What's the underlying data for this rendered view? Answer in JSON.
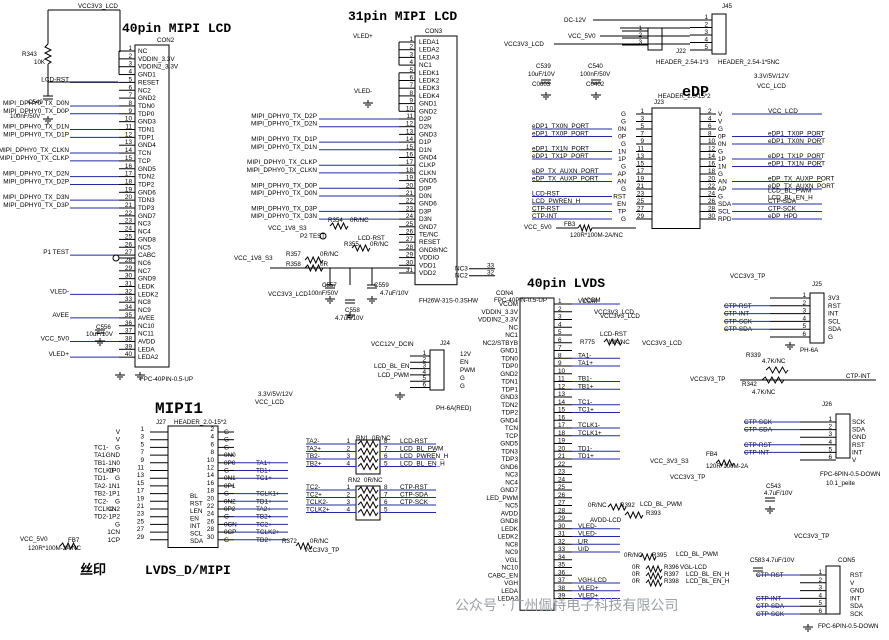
{
  "titles": {
    "t40": "40pin  MIPI  LCD",
    "t31": "31pin  MIPI  LCD",
    "edp": "eDP",
    "lvds": "40pin  LVDS",
    "mipi1": "MIPI1",
    "lvdsd": "LVDS_D/MIPI"
  },
  "silk": "丝印",
  "watermark": "公众号 · 广州佩特电子科技有限公司",
  "con2": {
    "ref": "CON2",
    "part": "FPC-40PIN-0.5-UP",
    "pins": [
      "NC",
      "VDDIN_3.3V",
      "VDDIN2_3.3V",
      "GND1",
      "RESET",
      "NC2",
      "GND2",
      "TDN0",
      "TDP0",
      "GND3",
      "TDN1",
      "TDP1",
      "GND4",
      "TCN",
      "TCP",
      "GND5",
      "TDN2",
      "TDP2",
      "GND6",
      "TDN3",
      "TDP3",
      "GND7",
      "NC3",
      "NC4",
      "GND8",
      "NC5",
      "CABC",
      "NC6",
      "NC7",
      "GND9",
      "LEDK",
      "LEDK2",
      "NC8",
      "NC9",
      "AVEE",
      "NC10",
      "NC11",
      "AVDD",
      "LEDA",
      "LEDA2"
    ],
    "nets": {
      "1": "",
      "3": "",
      "5": "LCD-RST",
      "8": "MIPI_DPHY0_TX_D0N",
      "9": "MIPI_DPHY0_TX_D0P",
      "11": "MIPI_DPHY0_TX_D1N",
      "12": "MIPI_DPHY0_TX_D1P",
      "14": "MIPI_DPHY0_TX_CLKN",
      "15": "MIPI_DPHY0_TX_CLKP",
      "17": "MIPI_DPHY0_TX_D2N",
      "18": "MIPI_DPHY0_TX_D2P",
      "20": "MIPI_DPHY0_TX_D3N",
      "21": "MIPI_DPHY0_TX_D3P",
      "27": "P1 TEST",
      "32": "VLED-",
      "35": "AVEE",
      "38": "VCC_5V0",
      "40": "VLED+"
    }
  },
  "con3": {
    "ref": "CON3",
    "part": "FH26W-31S-0.3SHW",
    "pins": [
      "LEDA1",
      "LEDA2",
      "LEDA3",
      "NC1",
      "LEDK1",
      "LEDK2",
      "LEDK3",
      "LEDK4",
      "GND1",
      "GND2",
      "D2P",
      "D2N",
      "GND3",
      "D1P",
      "D1N",
      "GND4",
      "CLKP",
      "CLKN",
      "GND5",
      "D0P",
      "D0N",
      "GND6",
      "D3P",
      "D3N",
      "GND7",
      "TE/NC",
      "RESET",
      "GND8/NC",
      "VDDIO",
      "VDD1",
      "VDD2"
    ],
    "extra": [
      "NC3",
      "NC2"
    ],
    "extraNums": [
      "33",
      "32"
    ],
    "nets": {
      "11": "MIPI_DPHY0_TX_D2P",
      "12": "MIPI_DPHY0_TX_D2N",
      "14": "MIPI_DPHY0_TX_D1P",
      "15": "MIPI_DPHY0_TX_D1N",
      "17": "MIPI_DPHY0_TX_CLKP",
      "18": "MIPI_DPHY0_TX_CLKN",
      "20": "MIPI_DPHY0_TX_D0P",
      "21": "MIPI_DPHY0_TX_D0N",
      "23": "MIPI_DPHY0_TX_D3P",
      "24": "MIPI_DPHY0_TX_D3N"
    }
  },
  "con4": {
    "ref": "CON4",
    "part": "FPC-40PIN-0.5-UP",
    "pins": [
      "VCOM",
      "VDDIN_3.3V",
      "VDDIN2_3.3V",
      "NC",
      "NC1",
      "NC2/STBYB",
      "GND1",
      "TDN0",
      "TDP0",
      "GND2",
      "TDN1",
      "TDP1",
      "GND3",
      "TDN2",
      "TDP2",
      "GND4",
      "TCN",
      "TCP",
      "GND5",
      "TDN3",
      "TDP3",
      "GND6",
      "NC3",
      "NC4",
      "GND7",
      "LED_PWM",
      "NC5",
      "AVDD",
      "GND8",
      "LEDK",
      "LEDK2",
      "NC8",
      "NC9",
      "VGL",
      "NC10",
      "CABC_EN",
      "VGH",
      "LEDA",
      "LEDA2"
    ],
    "nets": {
      "1": "VCOM",
      "8": "TA1-",
      "9": "TA1+",
      "11": "TB1-",
      "12": "TB1+",
      "14": "TC1-",
      "15": "TC1+",
      "17": "TCLK1-",
      "18": "TCLK1+",
      "20": "TD1-",
      "21": "TD1+",
      "30": "VLED-",
      "31": "VLED-",
      "32": "L/R",
      "33": "U/D",
      "37": "VGH-LCD",
      "38": "VLED+",
      "39": "VLED+"
    }
  },
  "j27": {
    "ref": "J27",
    "part": "HEADER_2.0-15*2",
    "left": [
      "V",
      "V",
      "G",
      "GND",
      "1N0",
      "1P0",
      "G",
      "1N1",
      "1P1",
      "G",
      "1N2",
      "1P2",
      "G",
      "1CN",
      "1CP"
    ],
    "right": [
      "G",
      "G",
      "G",
      "0N0",
      "0P0",
      "G",
      "0N1",
      "0P1",
      "G",
      "0N2",
      "0P2",
      "G",
      "0CN",
      "0CP",
      "G"
    ],
    "leftNets": [
      "",
      "",
      "TC1-",
      "TA1-",
      "TB1-",
      "TCLK1-",
      "TD1-",
      "TA2-",
      "TB2-",
      "TC2-",
      "TCLK2-",
      "TD2-",
      "",
      "",
      ""
    ],
    "rightNets": [
      "",
      "",
      "",
      "",
      "TA1+",
      "TB1+",
      "TC1+",
      "",
      "TCLK1+",
      "TD1+",
      "TA2+",
      "TB2+",
      "TC2+",
      "TCLK2+",
      "TD2+"
    ],
    "mid": [
      "BL",
      "RST",
      "LEN",
      "EN",
      "INT",
      "SCL",
      "SDA"
    ]
  },
  "j23": {
    "ref": "J23",
    "part": "HEADER_2.0-15*2",
    "left": [
      "G",
      "G",
      "0N",
      "0P",
      "G",
      "1N",
      "1P",
      "G",
      "AP",
      "AN",
      "G",
      "RST",
      "EN",
      "TP",
      "G"
    ],
    "right": [
      "V",
      "V",
      "G",
      "0P",
      "0N",
      "G",
      "1P",
      "1N",
      "G",
      "AN",
      "AP",
      "G",
      "SDA",
      "SCL",
      "RPD"
    ],
    "leftNets": [
      "",
      "",
      "eDP1_TX0N_PORT",
      "eDP1_TX0P_PORT",
      "",
      "eDP1_TX1N_PORT",
      "eDP1_TX1P_PORT",
      "",
      "eDP_TX_AUXN_PORT",
      "eDP_TX_AUXP_PORT",
      "",
      "LCD-RST",
      "LCD_PWREN_H",
      "CTP-RST",
      "CTP-INT"
    ],
    "rightNets": [
      "VCC_LCD",
      "",
      "",
      "eDP1_TX0P_PORT",
      "eDP1_TX0N_PORT",
      "",
      "eDP1_TX1P_PORT",
      "eDP1_TX1N_PORT",
      "",
      "eDP_TX_AUXP_PORT",
      "eDP_TX_AUXN_PORT",
      "",
      "CTP-SDA",
      "CTP-SCK",
      "eDP_HPD"
    ],
    "extraRight": [
      "LCD_BL_PWM",
      "LCD_BL_EN_H"
    ]
  },
  "labels": [
    {
      "id": "vcc33a",
      "text": "VCC3V3_LCD"
    },
    {
      "id": "r343",
      "text": "R343"
    },
    {
      "id": "r343v",
      "text": "10K"
    },
    {
      "id": "c549",
      "text": "C549"
    },
    {
      "id": "c549v",
      "text": "100nF/50V"
    },
    {
      "id": "vledp31",
      "text": "VLED+"
    },
    {
      "id": "vledm31",
      "text": "VLED-"
    },
    {
      "id": "vcc1v8a",
      "text": "VCC_1V8_S3"
    },
    {
      "id": "p2test",
      "text": "P2 TEST"
    },
    {
      "id": "r354",
      "text": "R354"
    },
    {
      "id": "r354v",
      "text": "0R/NC"
    },
    {
      "id": "lcdrst31",
      "text": "LCD-RST"
    },
    {
      "id": "r355",
      "text": "R355"
    },
    {
      "id": "r355v",
      "text": "0R/NC"
    },
    {
      "id": "vcc1v8b",
      "text": "VCC_1V8_S3"
    },
    {
      "id": "r357",
      "text": "R357"
    },
    {
      "id": "r357v",
      "text": "0R/NC"
    },
    {
      "id": "r358",
      "text": "R358"
    },
    {
      "id": "r358v",
      "text": "0R"
    },
    {
      "id": "vcc33b",
      "text": "VCC3V3_LCD"
    },
    {
      "id": "c557",
      "text": "C557"
    },
    {
      "id": "c557v",
      "text": "100nF/50V"
    },
    {
      "id": "c558",
      "text": "C558"
    },
    {
      "id": "c558v",
      "text": "4.7uF/10V"
    },
    {
      "id": "c559",
      "text": "C559"
    },
    {
      "id": "c559v",
      "text": "4.7uF/10V"
    },
    {
      "id": "c556",
      "text": "C556"
    },
    {
      "id": "c556v",
      "text": "10uF/10V"
    },
    {
      "id": "dc12",
      "text": "DC-12V"
    },
    {
      "id": "vcc5a",
      "text": "VCC_5V0"
    },
    {
      "id": "vcc33c",
      "text": "VCC3V3_LCD"
    },
    {
      "id": "c539",
      "text": "C539"
    },
    {
      "id": "c539v",
      "text": "10uF/10V"
    },
    {
      "id": "c539p",
      "text": "C0603"
    },
    {
      "id": "c540",
      "text": "C540"
    },
    {
      "id": "c540v",
      "text": "100nF/50V"
    },
    {
      "id": "c540p",
      "text": "C0402"
    },
    {
      "id": "j22",
      "text": "J22"
    },
    {
      "id": "j45",
      "text": "J45"
    },
    {
      "id": "h254a",
      "text": "HEADER_2.54-1*3"
    },
    {
      "id": "h254b",
      "text": "HEADER_2.54-1*5NC"
    },
    {
      "id": "v33512",
      "text": "3.3V/5V/12V"
    },
    {
      "id": "vcclcd1",
      "text": "VCC_LCD"
    },
    {
      "id": "vcc5b",
      "text": "VCC_5V0"
    },
    {
      "id": "fb3",
      "text": "FB3"
    },
    {
      "id": "fb3v",
      "text": "120R*100M-2A/NC"
    },
    {
      "id": "vcc12",
      "text": "VCC12V_DCIN"
    },
    {
      "id": "j24",
      "text": "J24"
    },
    {
      "id": "lcdblen",
      "text": "LCD_BL_EN"
    },
    {
      "id": "lcdpwm",
      "text": "LCD_PWM"
    },
    {
      "id": "ph6ar",
      "text": "PH-6A(RED)"
    },
    {
      "id": "v12",
      "text": "12V"
    },
    {
      "id": "en",
      "text": "EN"
    },
    {
      "id": "pwm",
      "text": "PWM"
    },
    {
      "id": "g1",
      "text": "G"
    },
    {
      "id": "g2",
      "text": "G"
    },
    {
      "id": "vcc33d",
      "text": "VCC3V3_LCD"
    },
    {
      "id": "lcdrst4",
      "text": "LCD-RST"
    },
    {
      "id": "r775",
      "text": "R775"
    },
    {
      "id": "r775v",
      "text": "10K/NC"
    },
    {
      "id": "vcc33e",
      "text": "VCC3V3_LCD"
    },
    {
      "id": "r392",
      "text": "R392"
    },
    {
      "id": "r392v",
      "text": "0R/NC"
    },
    {
      "id": "lcdblpwm4",
      "text": "LCD_BL_PWM"
    },
    {
      "id": "r393",
      "text": "R393"
    },
    {
      "id": "avddlcd",
      "text": "AVDD-LCD"
    },
    {
      "id": "r395",
      "text": "R395"
    },
    {
      "id": "r395v",
      "text": "0R/NC"
    },
    {
      "id": "lcdblpwm5",
      "text": "LCD_BL_PWM"
    },
    {
      "id": "r396",
      "text": "R396"
    },
    {
      "id": "r396v",
      "text": "0R"
    },
    {
      "id": "vgllcd",
      "text": "VGL-LCD"
    },
    {
      "id": "r397",
      "text": "R397"
    },
    {
      "id": "r397v",
      "text": "0R"
    },
    {
      "id": "lcdblenh1",
      "text": "LCD_BL_EN_H"
    },
    {
      "id": "r398",
      "text": "R398"
    },
    {
      "id": "r398v",
      "text": "0R"
    },
    {
      "id": "lcdblenh2",
      "text": "LCD_BL_EN_H"
    },
    {
      "id": "vcc33tp1",
      "text": "VCC3V3_TP"
    },
    {
      "id": "j25",
      "text": "J25"
    },
    {
      "id": "ph6a",
      "text": "PH-6A"
    },
    {
      "id": "r339",
      "text": "R339"
    },
    {
      "id": "r339v",
      "text": "4.7K/NC"
    },
    {
      "id": "r342",
      "text": "R342"
    },
    {
      "id": "r342v",
      "text": "4.7K/NC"
    },
    {
      "id": "vcc33tp2",
      "text": "VCC3V3_TP"
    },
    {
      "id": "ctpint",
      "text": "CTP-INT"
    },
    {
      "id": "j26",
      "text": "J26"
    },
    {
      "id": "fpc6a",
      "text": "FPC-6PIN-0.5-DOWN"
    },
    {
      "id": "fb4",
      "text": "FB4"
    },
    {
      "id": "fb4v",
      "text": "120R*100M-2A"
    },
    {
      "id": "vcc33s3",
      "text": "VCC_3V3_S3"
    },
    {
      "id": "vcc33tp3",
      "text": "VCC3V3_TP"
    },
    {
      "id": "c543",
      "text": "C543"
    },
    {
      "id": "c543v",
      "text": "4.7uF/10V"
    },
    {
      "id": "peite",
      "text": "10.1_peite"
    },
    {
      "id": "vcc33tp4",
      "text": "VCC3V3_TP"
    },
    {
      "id": "c583",
      "text": "C583"
    },
    {
      "id": "c583v",
      "text": "4.7uF/10V"
    },
    {
      "id": "con5",
      "text": "CON5"
    },
    {
      "id": "fpc6b",
      "text": "FPC-6PIN-0.5-DOWN"
    },
    {
      "id": "v33512b",
      "text": "3.3V/5V/12V"
    },
    {
      "id": "vcclcd2",
      "text": "VCC_LCD"
    },
    {
      "id": "rn1",
      "text": "RN1"
    },
    {
      "id": "rn1v",
      "text": "0R/NC"
    },
    {
      "id": "rn2",
      "text": "RN2"
    },
    {
      "id": "rn2v",
      "text": "0R/NC"
    },
    {
      "id": "vcc5c",
      "text": "VCC_5V0"
    },
    {
      "id": "fb7",
      "text": "FB7"
    },
    {
      "id": "fb7v",
      "text": "120R*100M-2A/NC"
    },
    {
      "id": "r372",
      "text": "R372"
    },
    {
      "id": "r372v",
      "text": "0R/NC"
    },
    {
      "id": "vcc33tp5",
      "text": "VCC3V3_TP"
    },
    {
      "id": "vcom",
      "text": "VCOM"
    },
    {
      "id": "vcc33lcd4",
      "text": "VCC3V3_LCD"
    }
  ],
  "rn1": {
    "left": [
      "TA2-",
      "TA2+",
      "TB2-",
      "TB2+"
    ],
    "right": [
      "LCD-RST",
      "LCD_BL_PWM",
      "LCD_PWREN_H",
      "LCD_BL_EN_H"
    ]
  },
  "rn2": {
    "left": [
      "TC2-",
      "TC2+",
      "TCLK2-",
      "TCLK2+"
    ],
    "right": [
      "CTP-RST",
      "CTP-SDA",
      "CTP-SCK",
      ""
    ]
  },
  "j25pins": [
    "3V3",
    "RST",
    "INT",
    "SCL",
    "SDA",
    "G"
  ],
  "j25nets": [
    "",
    "CTP-RST",
    "CTP-INT",
    "CTP-SCK",
    "CTP-SDA",
    ""
  ],
  "j26pins": [
    "SCK",
    "SDA",
    "GND",
    "RST",
    "INT",
    "V"
  ],
  "j26nets": [
    "CTP-SCK",
    "CTP-SDA",
    "",
    "CTP-RST",
    "CTP-INT",
    ""
  ],
  "con5pins": [
    "RST",
    "V",
    "GND",
    "INT",
    "SDA",
    "SCK"
  ],
  "con5nets": [
    "CTP-RST",
    "",
    "",
    "CTP-INT",
    "CTP-SDA",
    "CTP-SCK"
  ],
  "j45nets": [
    "DC-12V",
    "VCC_5V0",
    "",
    "",
    ""
  ],
  "j22nets": [
    "",
    "",
    ""
  ]
}
